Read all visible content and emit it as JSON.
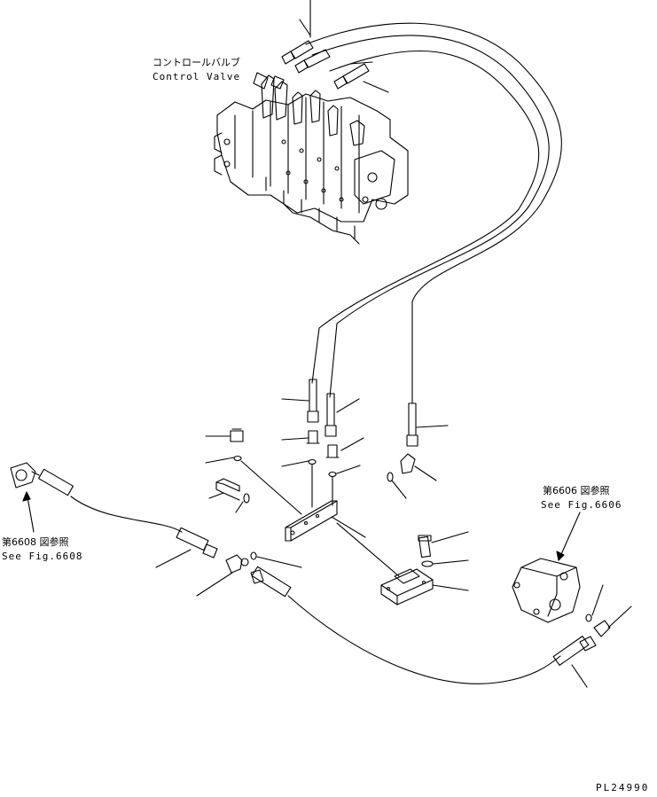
{
  "labels": {
    "control_valve_jp": "コントロールバルブ",
    "control_valve_en": "Control Valve",
    "ref_6606_jp": "第6606 図参照",
    "ref_6606_en": "See Fig.6606",
    "ref_6608_jp": "第6608 図参照",
    "ref_6608_en": "See Fig.6608",
    "drawing_number": "PL24990"
  }
}
